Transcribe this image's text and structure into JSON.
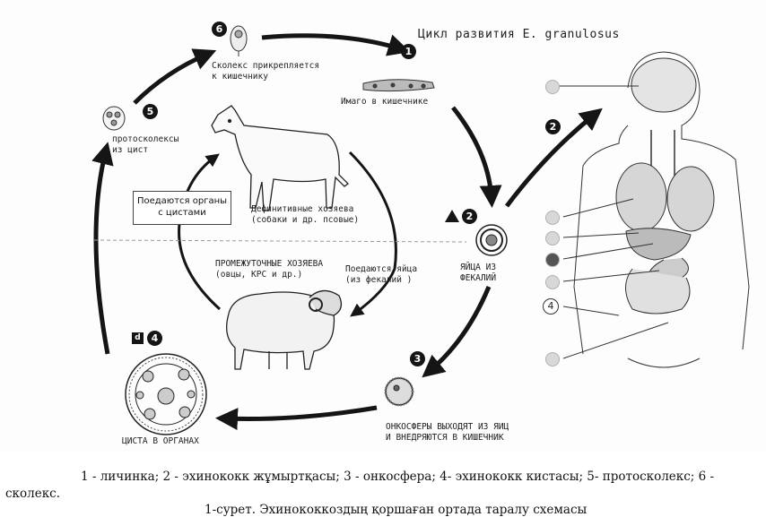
{
  "title": "Цикл развития E. granulosus",
  "stage_numbers": {
    "s1": "1",
    "s2": "2",
    "s3": "3",
    "s4": "4",
    "s5": "5",
    "s6": "6",
    "human_2": "2",
    "human_4": "4"
  },
  "labels": {
    "scolex": "Сколекс прикрепляется\nк кишечнику",
    "imago": "Имаго в кишечнике",
    "protoscolex": "протосколексы\nиз цист",
    "eaten_organs": "Поедаются органы\nс цистами",
    "definitive": "Дефинитивные хозяева\n(собаки и др. псовые)",
    "intermediate": "ПРОМЕЖУТОЧНЫЕ ХОЗЯЕВА\n(овцы, КРС и др.)",
    "eaten_eggs": "Поедаются яйца\n(из фекалий )",
    "eggs": "ЯЙЦА ИЗ\nФЕКАЛИЙ",
    "oncosphere": "ОНКОСФЕРЫ ВЫХОДЯТ ИЗ ЯИЦ\nИ ВНЕДРЯЮТСЯ В КИШЕЧНИК",
    "cyst": "ЦИСТА В ОРГАНАХ",
    "cyst_mark": "d"
  },
  "caption": {
    "line1": "1 - личинка; 2 - эхинококк жұмыртқасы; 3 - онкосфера; 4- эхинококк кистасы; 5- протосколекс;  6 -",
    "line2": "сколекс.",
    "line3": "1-сурет. Эхинококкоздың қоршаған ортада таралу схемасы"
  },
  "colors": {
    "ink": "#111111",
    "grey_marker": "#d8d8d8"
  },
  "icons": [
    "dog-illustration",
    "sheep-illustration",
    "human-body-illustration",
    "egg-icon",
    "oncosphere-icon",
    "cyst-icon",
    "scolex-icon",
    "protoscolex-icon",
    "adult-worm-icon"
  ]
}
